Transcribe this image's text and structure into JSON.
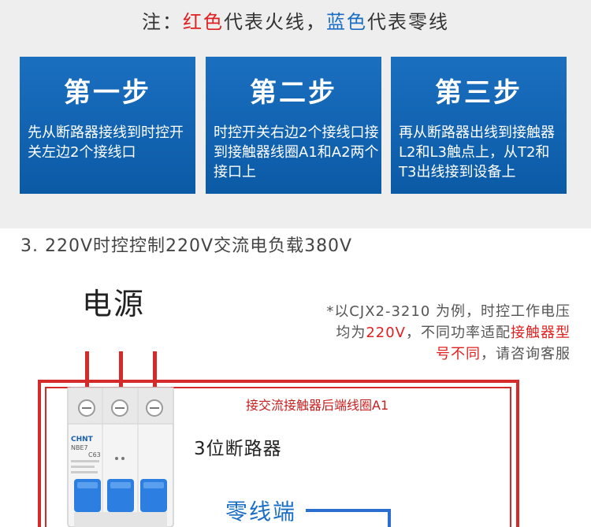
{
  "note": {
    "prefix": "注：",
    "red_word": "红色",
    "red_meaning": "代表火线，",
    "blue_word": "蓝色",
    "blue_meaning": "代表零线"
  },
  "steps": [
    {
      "title": "第一步",
      "desc": "先从断路器接线到时控开关左边2个接线口"
    },
    {
      "title": "第二步",
      "desc": "时控开关右边2个接线口接到接触器线圈A1和A2两个接口上"
    },
    {
      "title": "第三步",
      "desc": "再从断路器出线到接触器L2和L3触点上，从T2和T3出线接到设备上"
    }
  ],
  "section_title": "3. 220V时控控制220V交流电负载380V",
  "power_label": "电源",
  "side_note": {
    "line1": "*以CJX2-3210 为例，时控工作电压",
    "line2_a": "均为",
    "line2_voltage": "220V",
    "line2_b": "，不同功率适配",
    "line2_red": "接触器型",
    "line3_red": "号不同",
    "line3_b": "，请咨询客服"
  },
  "diagram": {
    "coil_label": "接交流接触器后端线圈A1",
    "breaker_label": "3位断路器",
    "neutral_label": "零线端",
    "breaker_brand": "CHNT",
    "breaker_model": "NBE7",
    "breaker_rating": "C63"
  },
  "colors": {
    "card_blue": "#0b5aa6",
    "live_red": "#e02020",
    "neutral_blue": "#1a6fc4"
  }
}
